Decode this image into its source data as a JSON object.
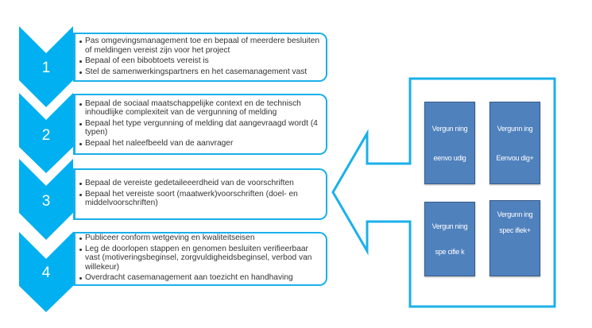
{
  "colors": {
    "accent": "#00b0f0",
    "box_border": "#1ab0ea",
    "square_fill": "#4f81bd"
  },
  "steps": [
    {
      "number": "1",
      "bullets": [
        "Pas omgevingsmanagement toe en bepaal of meerdere besluiten of meldingen vereist zijn voor het project",
        "Bepaal of een bibobtoets vereist is",
        "Stel de samenwerkingspartners en het casemanagement vast"
      ]
    },
    {
      "number": "2",
      "bullets": [
        "Bepaal de sociaal maatschappelijke context en de technisch inhoudlijke complexiteit van de vergunning of melding",
        "Bepaal het type vergunning of melding dat aangevraagd wordt (4 typen)",
        "Bepaal het naleefbeeld van de aanvrager"
      ]
    },
    {
      "number": "3",
      "bullets": [
        "Bepaal de vereiste gedetaileeerdheid van de voorschriften",
        "Bepaal het vereiste soort (maatwerk)voorschriften (doel- en middelvoorschriften)"
      ]
    },
    {
      "number": "4",
      "bullets": [
        "Publiceer conform wetgeving en kwaliteitseisen",
        "Leg de doorlopen stappen en genomen besluiten verifieerbaar vast (motiveringsbeginsel, zorgvuldigheidsbeginsel, verbod van willekeur)",
        "Overdracht casemanagement aan toezicht en handhaving"
      ]
    }
  ],
  "permit_types": [
    {
      "line1": "Vergun ning",
      "line2": "eenvo udig"
    },
    {
      "line1": "Vergunn ing",
      "line2": "Eenvou dig+"
    },
    {
      "line1": "Vergun ning",
      "line2": "spe cifie k"
    },
    {
      "line1": "Vergunn ing",
      "line2": "spec ifiek+"
    }
  ]
}
